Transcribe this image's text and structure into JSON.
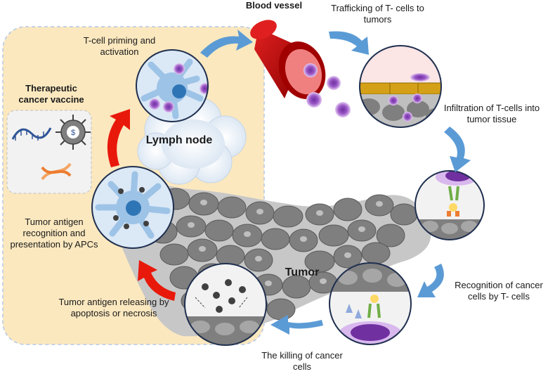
{
  "labels": {
    "blood_vessel": "Blood vessel",
    "trafficking": "Trafficking of T- cells to tumors",
    "priming": "T-cell priming and activation",
    "vaccine": "Therapeutic cancer vaccine",
    "lymph_node": "Lymph node",
    "infiltration": "Infiltration of T-cells into tumor tissue",
    "tumor": "Tumor",
    "recognition_apc": "Tumor antigen recognition and presentation by APCs",
    "antigen_release": "Tumor antigen releasing by apoptosis or necrosis",
    "recognition_cancer": "Recognition of cancer cells by T- cells",
    "killing": "The killing of cancer cells"
  },
  "icons": [
    "mrna-icon",
    "virus-icon",
    "dna-icon",
    "dendritic-cell-icon",
    "t-cell-icon",
    "cancer-cell-icon",
    "blood-vessel-icon"
  ],
  "colors": {
    "panel": "#fbe8bf",
    "arrow_blue": "#5b9bd5",
    "arrow_red": "#e8190b",
    "vessel_red": "#c00000",
    "tcell": "#7030a0",
    "apc": "#9dc3e6",
    "tumor_cell": "#7f7f7f"
  }
}
